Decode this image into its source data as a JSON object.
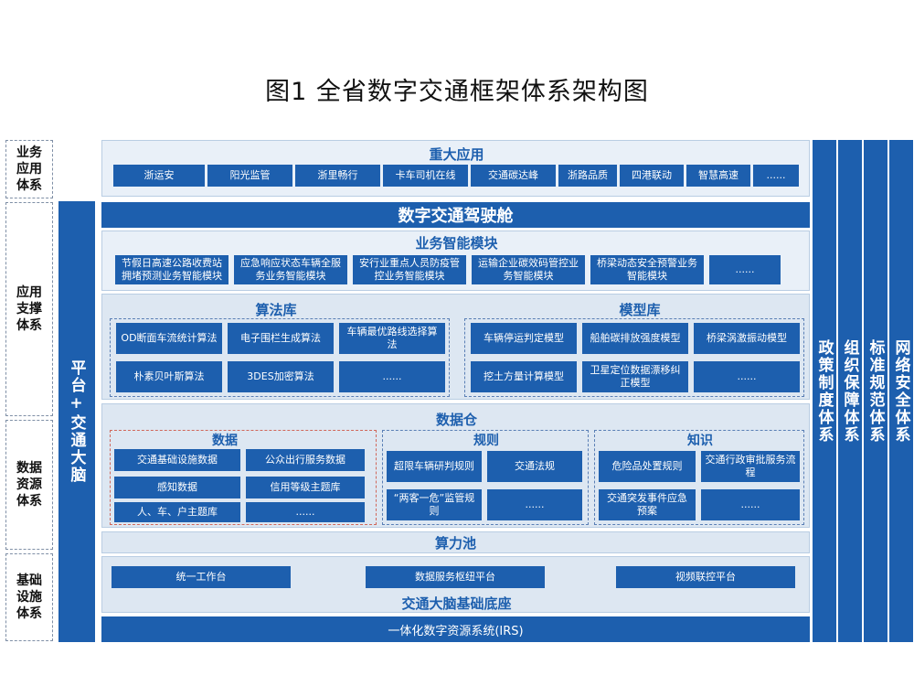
{
  "title": "图1  全省数字交通框架体系架构图",
  "layers": [
    "业务应用体系",
    "应用支撑体系",
    "数据资源体系",
    "基础设施体系"
  ],
  "platform_bar": "平台+交通大脑",
  "right_bars": [
    "政策制度体系",
    "组织保障体系",
    "标准规范体系",
    "网络安全体系"
  ],
  "major_apps": {
    "title": "重大应用",
    "items": [
      "浙运安",
      "阳光监管",
      "浙里畅行",
      "卡车司机在线",
      "交通碳达峰",
      "浙路品质",
      "四港联动",
      "智慧高速",
      "......"
    ]
  },
  "cockpit": "数字交通驾驶舱",
  "business_modules": {
    "title": "业务智能模块",
    "items": [
      "节假日高速公路收费站拥堵预测业务智能模块",
      "应急响应状态车辆全服务业务智能模块",
      "安行业重点人员防疫管控业务智能模块",
      "运输企业碳效码管控业务智能模块",
      "桥梁动态安全预警业务智能模块",
      "......"
    ]
  },
  "algorithm_lib": {
    "title": "算法库",
    "items": [
      "OD断面车流统计算法",
      "电子围栏生成算法",
      "车辆最优路线选择算法",
      "朴素贝叶斯算法",
      "3DES加密算法",
      "......"
    ]
  },
  "model_lib": {
    "title": "模型库",
    "items": [
      "车辆停运判定模型",
      "船舶碳排放强度模型",
      "桥梁涡激振动模型",
      "挖土方量计算模型",
      "卫星定位数据漂移纠正模型",
      "......"
    ]
  },
  "data_warehouse": {
    "title": "数据仓",
    "data": {
      "title": "数据",
      "items": [
        "交通基础设施数据",
        "公众出行服务数据",
        "感知数据",
        "信用等级主题库",
        "人、车、户主题库",
        "......"
      ]
    },
    "rules": {
      "title": "规则",
      "items": [
        "超限车辆研判规则",
        "交通法规",
        "“两客一危”监管规则",
        "......"
      ]
    },
    "knowledge": {
      "title": "知识",
      "items": [
        "危险品处置规则",
        "交通行政审批服务流程",
        "交通突发事件应急预案",
        "......"
      ]
    }
  },
  "compute_pool": "算力池",
  "infra": {
    "items": [
      "统一工作台",
      "数据服务枢纽平台",
      "视频联控平台"
    ],
    "title": "交通大脑基础底座"
  },
  "irs": "一体化数字资源系统(IRS)",
  "colors": {
    "primary": "#1d5fae",
    "panel": "#dde7f2",
    "accent_red": "#d0675a"
  }
}
